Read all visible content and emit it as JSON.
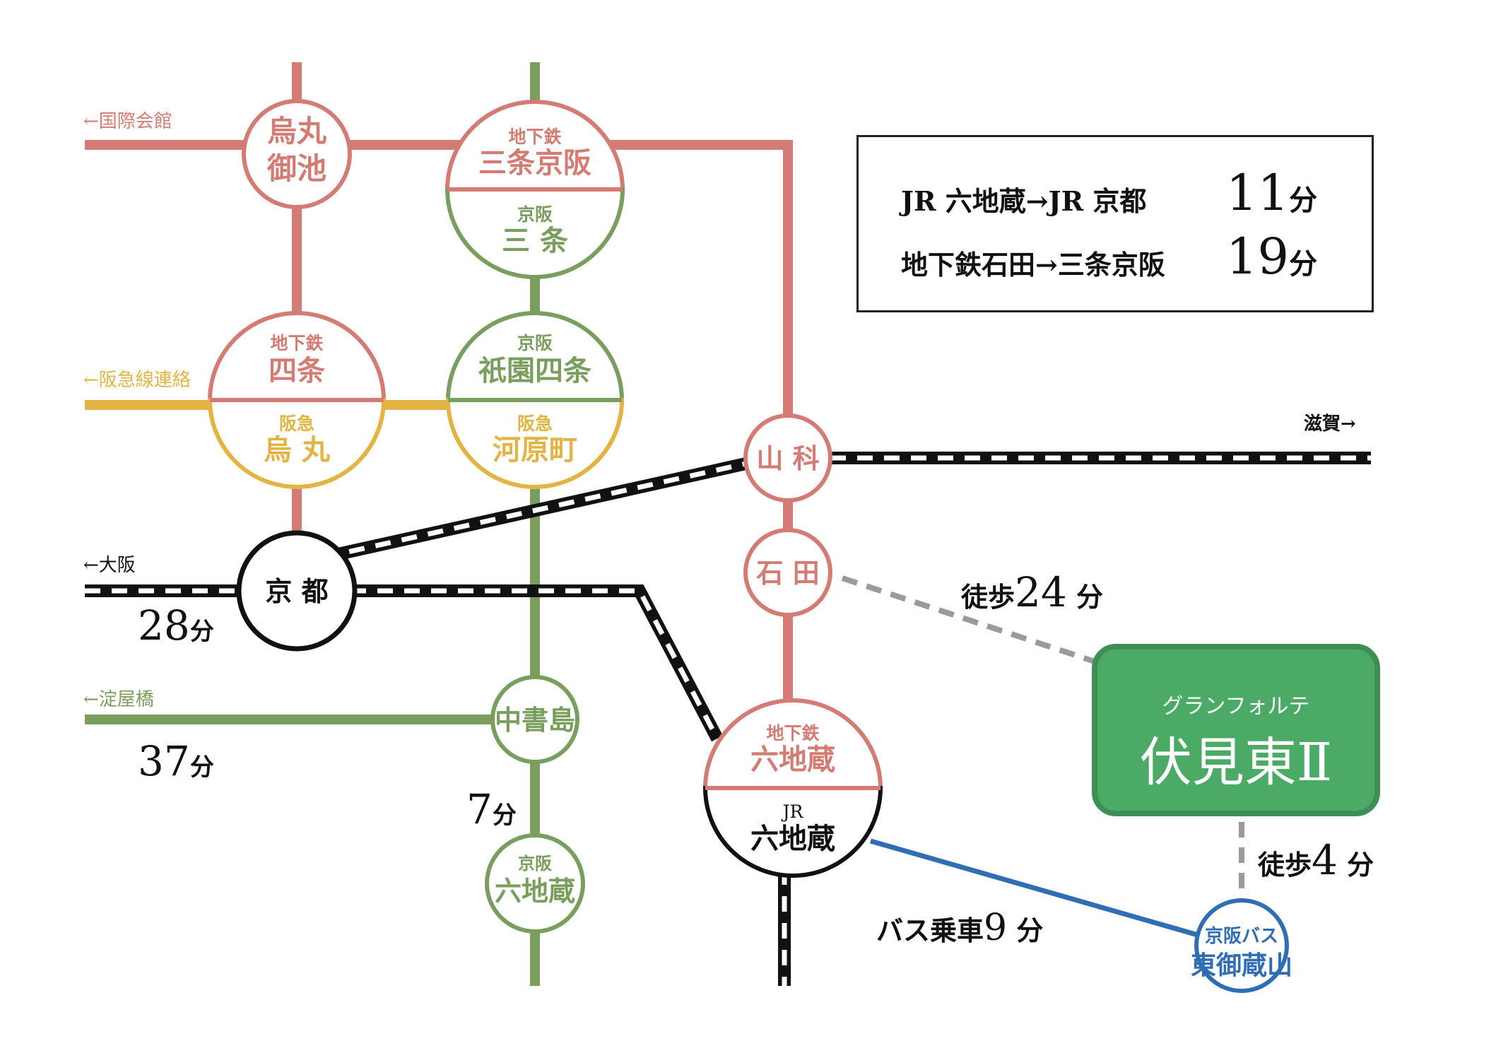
{
  "directions": {
    "kokusai_kaikan": "←国際会館",
    "hankyu_renraku": "←阪急線連絡",
    "shiga": "滋賀→",
    "osaka": "←大阪",
    "yodoyabashi": "←淀屋橋"
  },
  "stations": {
    "karasuma_oike": {
      "line1": "烏丸",
      "line2": "御池"
    },
    "subway_sanjo_keihan": {
      "operator": "地下鉄",
      "name": "三条京阪"
    },
    "keihan_sanjo": {
      "operator": "京阪",
      "name": "三 条"
    },
    "subway_shijo": {
      "operator": "地下鉄",
      "name": "四条"
    },
    "hankyu_karasuma": {
      "operator": "阪急",
      "name": "烏 丸"
    },
    "keihan_gion_shijo": {
      "operator": "京阪",
      "name": "祇園四条"
    },
    "hankyu_kawaramachi": {
      "operator": "阪急",
      "name": "河原町"
    },
    "yamashina": {
      "name": "山 科"
    },
    "ishida": {
      "name": "石 田"
    },
    "kyoto": {
      "name": "京 都"
    },
    "chushojima": {
      "name": "中書島"
    },
    "keihan_rokujizo": {
      "operator": "京阪",
      "name": "六地蔵"
    },
    "subway_rokujizo": {
      "operator": "地下鉄",
      "name": "六地蔵"
    },
    "jr_rokujizo": {
      "operator": "JR",
      "name": "六地蔵"
    },
    "bus_higashi_mikurayama": {
      "operator": "京阪バス",
      "name": "東御蔵山"
    }
  },
  "times": {
    "osaka": {
      "num": "28",
      "unit": "分"
    },
    "yodoyabashi": {
      "num": "37",
      "unit": "分"
    },
    "chushojima_rokujizo": {
      "num": "7",
      "unit": "分"
    }
  },
  "walks": {
    "ishida": {
      "prefix": "徒歩",
      "num": "24",
      "unit": " 分"
    },
    "bus_stop": {
      "prefix": "徒歩",
      "num": "4",
      "unit": " 分"
    }
  },
  "bus": {
    "prefix": "バス乗車",
    "num": "9",
    "unit": " 分"
  },
  "info_box": {
    "rows": [
      {
        "route": "JR 六地蔵→JR 京都",
        "num": "11",
        "unit": "分"
      },
      {
        "route": "地下鉄石田→三条京阪",
        "num": "19",
        "unit": "分"
      }
    ]
  },
  "property": {
    "subtitle": "グランフォルテ",
    "name": "伏見東Ⅱ"
  },
  "colors": {
    "subway": "#d47c74",
    "keihan": "#7a9e5e",
    "hankyu": "#e3b443",
    "jr": "#111111",
    "bus": "#2f6db5",
    "walk": "#9a9a9a",
    "property": "#4caa67"
  }
}
